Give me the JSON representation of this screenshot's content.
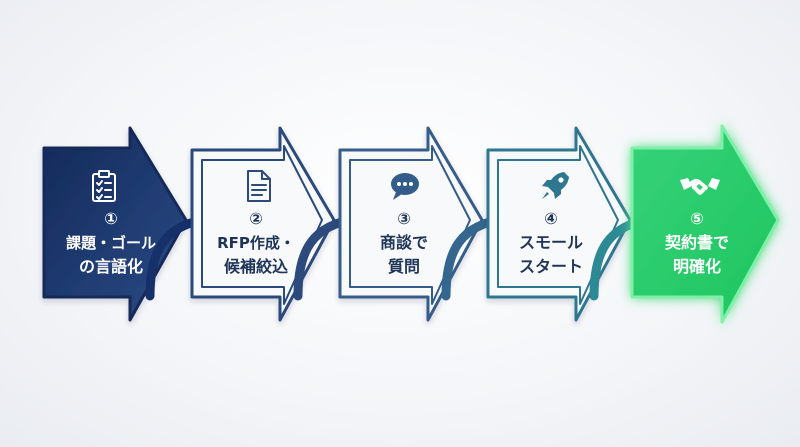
{
  "steps": [
    {
      "number": "①",
      "line1": "課題・ゴール",
      "line2": "の言語化",
      "icon": "clipboard-checklist-icon",
      "color": "#1f3a6e",
      "filled": true
    },
    {
      "number": "②",
      "line1": "RFP作成・",
      "line2": "候補絞込",
      "icon": "document-icon",
      "color": "#2c4a7c",
      "filled": false
    },
    {
      "number": "③",
      "line1": "商談で",
      "line2": "質問",
      "icon": "chat-bubble-icon",
      "color": "#345c8a",
      "filled": false
    },
    {
      "number": "④",
      "line1": "スモール",
      "line2": "スタート",
      "icon": "rocket-icon",
      "color": "#2f7690",
      "filled": false
    },
    {
      "number": "⑤",
      "line1": "契約書で",
      "line2": "明確化",
      "icon": "handshake-icon",
      "color": "#1fc865",
      "filled": true
    }
  ],
  "colors": {
    "text_dark": "#1f3558",
    "text_light": "#ffffff",
    "glow": "#22e06a"
  }
}
